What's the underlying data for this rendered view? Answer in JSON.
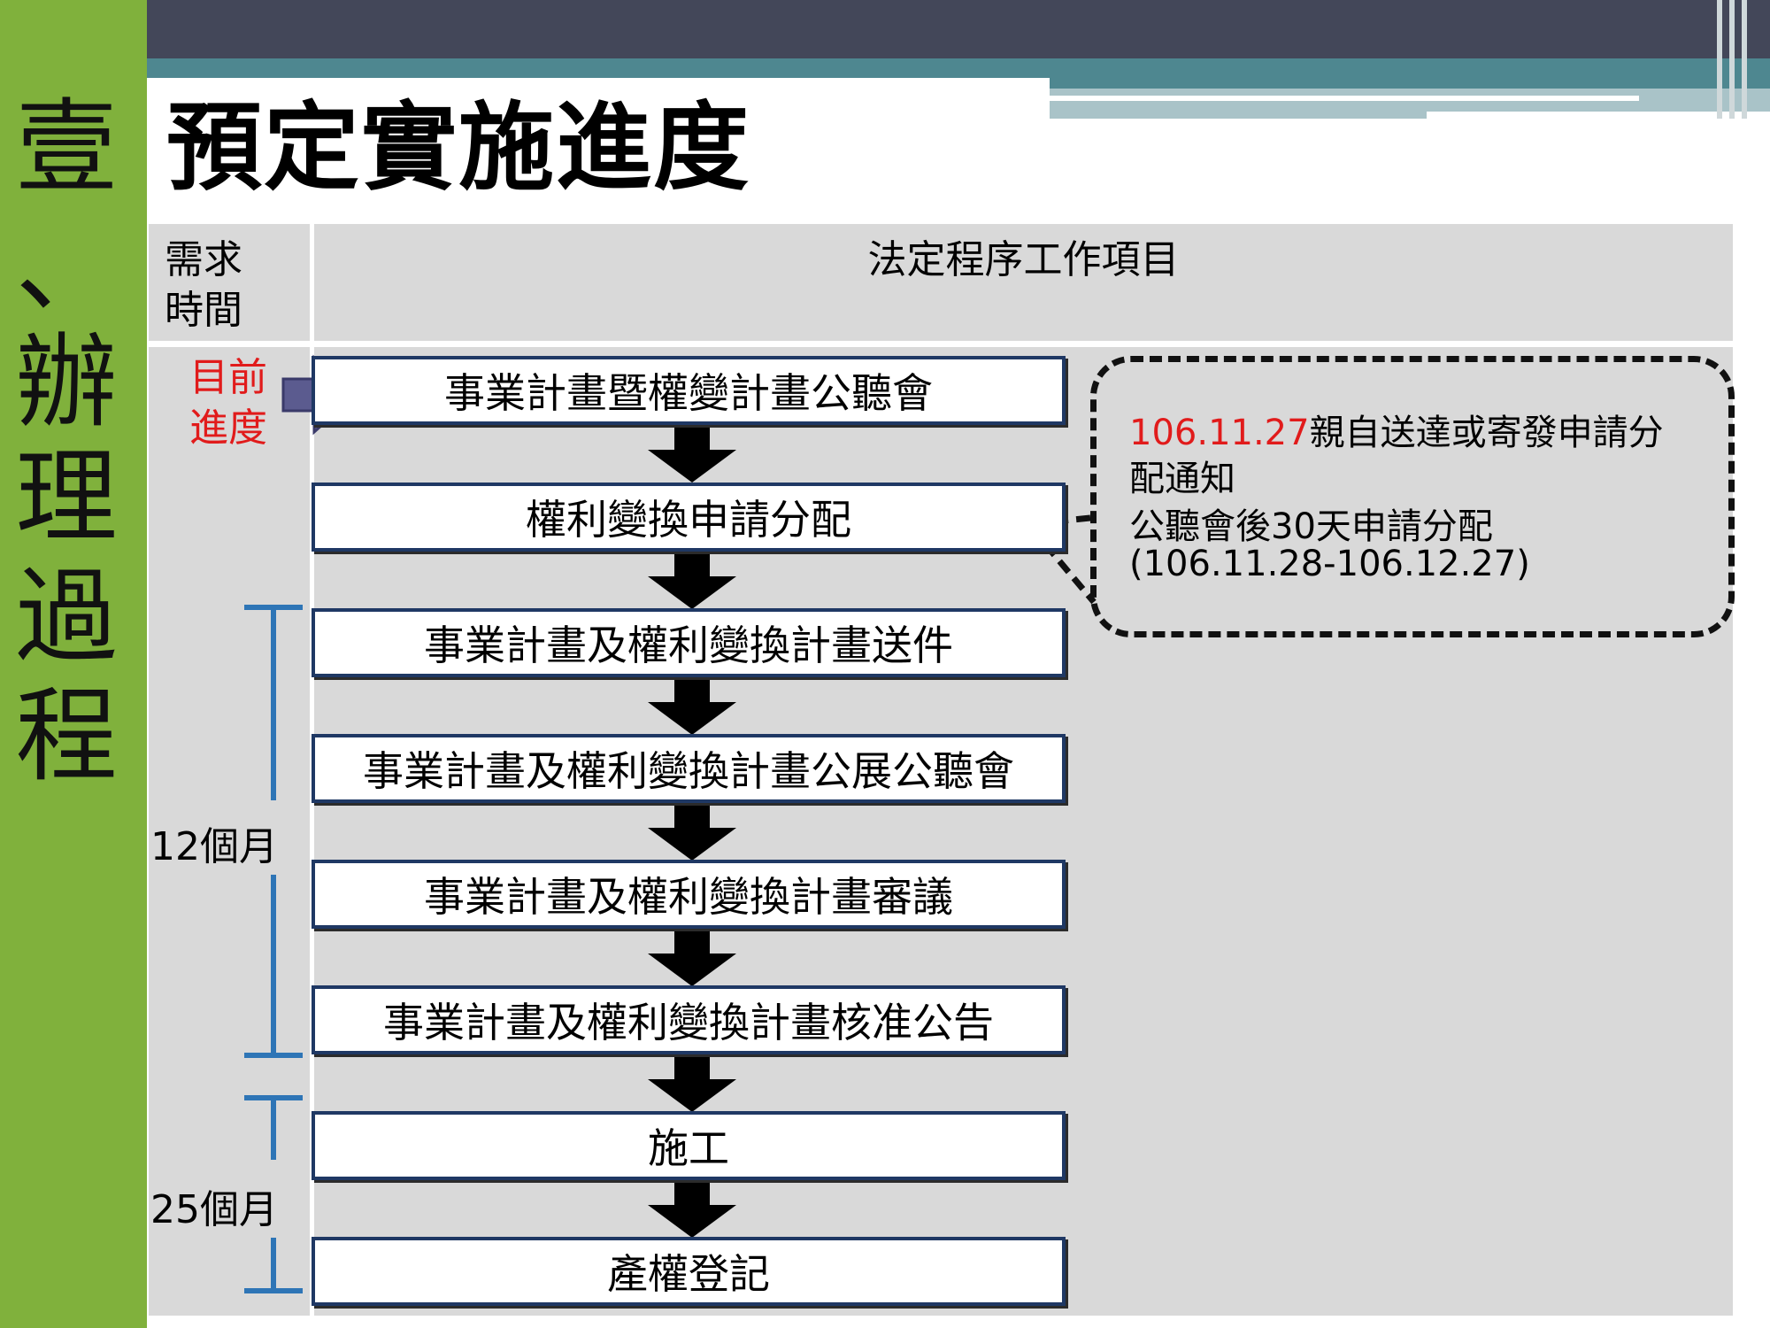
{
  "sidebar": {
    "chars": [
      "壹",
      "、",
      "辦",
      "理",
      "過",
      "程"
    ]
  },
  "title": "預定實施進度",
  "table": {
    "col1_header_lines": [
      "需求",
      "時間"
    ],
    "col2_header": "法定程序工作項目"
  },
  "progress_label_lines": [
    "目前",
    "進度"
  ],
  "steps": [
    "事業計畫暨權變計畫公聽會",
    "權利變換申請分配",
    "事業計畫及權利變換計畫送件",
    "事業計畫及權利變換計畫公展公聽會",
    "事業計畫及權利變換計畫審議",
    "事業計畫及權利變換計畫核准公告",
    "施工",
    "產權登記"
  ],
  "note": {
    "date": "106.11.27",
    "line1_rest": "親自送達或寄發申請分",
    "line2": "配通知",
    "line3": "公聽會後30天申請分配",
    "line4": "(106.11.28-106.12.27)"
  },
  "durations": {
    "first": "12個月",
    "second": "25個月"
  },
  "colors": {
    "sidebar": "#80b13c",
    "box_border": "#1f3864",
    "bracket": "#2e75b6",
    "arrow_fill": "#5b5b8f",
    "highlight": "#e11b1b"
  }
}
